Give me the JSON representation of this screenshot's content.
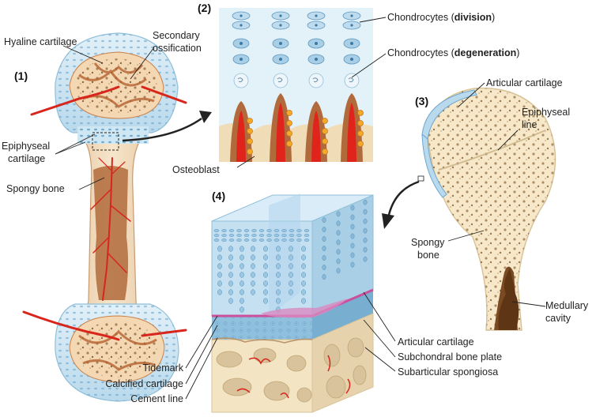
{
  "panels": {
    "p1": "(1)",
    "p2": "(2)",
    "p3": "(3)",
    "p4": "(4)"
  },
  "panel1": {
    "hyaline_cartilage": "Hyaline cartilage",
    "secondary_ossification_line1": "Secondary",
    "secondary_ossification_line2": "ossification",
    "epiphyseal_cartilage_line1": "Epiphyseal",
    "epiphyseal_cartilage_line2": "cartilage",
    "spongy_bone": "Spongy bone"
  },
  "panel2": {
    "chondrocytes_prefix": "Chondrocytes (",
    "division": "division",
    "degeneration": "degeneration",
    "suffix": ")",
    "osteoblast": "Osteoblast"
  },
  "panel3": {
    "articular_cartilage": "Articular cartilage",
    "epiphyseal_line_1": "Epiphyseal",
    "epiphyseal_line_2": "line",
    "spongy_1": "Spongy",
    "spongy_2": "bone",
    "medullary_1": "Medullary",
    "medullary_2": "cavity"
  },
  "panel4": {
    "articular_cartilage": "Articular cartilage",
    "subchondral_bone_plate": "Subchondral bone plate",
    "subarticular_spongiosa": "Subarticular spongiosa",
    "tidemark": "Tidemark",
    "calcified_cartilage": "Calcified cartilage",
    "cement_line": "Cement line"
  },
  "colors": {
    "cartilage": "#cfe6f3",
    "cartilage_dot": "#6aa6cc",
    "bone": "#f3e4c4",
    "marrow": "#b06a3b",
    "vessel": "#d8261c",
    "tidemark": "#cc4f9c",
    "cavity": "#7a4a22"
  }
}
